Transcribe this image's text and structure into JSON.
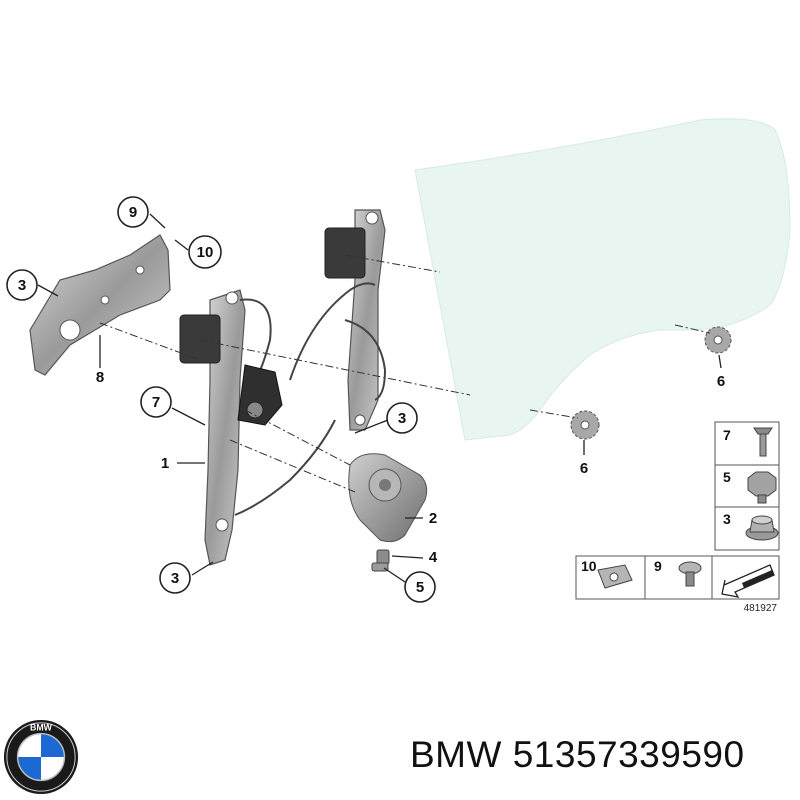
{
  "diagram": {
    "callouts": {
      "c9": "9",
      "c10": "10",
      "c3_left": "3",
      "c8": "8",
      "c7": "7",
      "c1": "1",
      "c3_bottom": "3",
      "c3_right": "3",
      "c2": "2",
      "c4": "4",
      "c5": "5",
      "c6_upper": "6",
      "c6_lower": "6"
    },
    "parts_table": {
      "row7": "7",
      "row5": "5",
      "row3": "3",
      "cell10": "10",
      "cell9": "9"
    },
    "reference_number": "481927"
  },
  "footer": {
    "brand": "BMW",
    "part_number": "51357339590",
    "logo_letters": "BMW"
  },
  "colors": {
    "glass": "#e9f5f0",
    "part_gray": "#8c8c8c",
    "dark_part": "#3a3a3a",
    "logo_blue": "#1c69d4"
  }
}
